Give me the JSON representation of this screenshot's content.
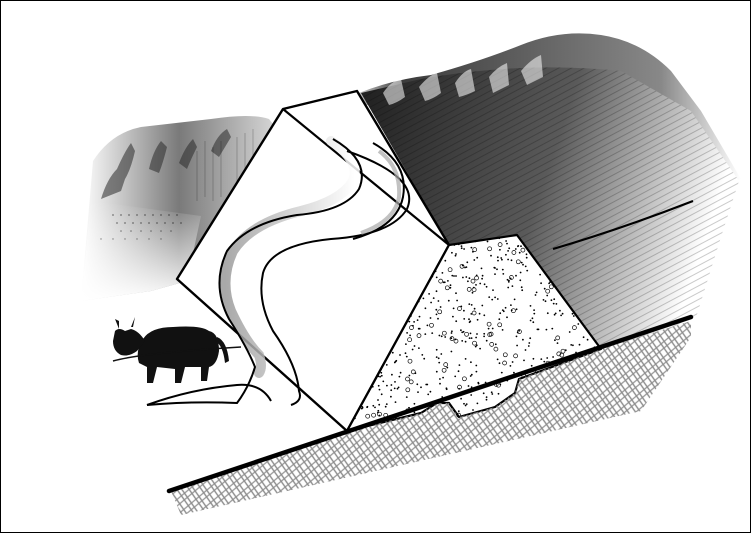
{
  "figure": {
    "frame_color": "#000000",
    "background_color": "#ffffff",
    "shading_dark": "#3a3a3a",
    "shading_light": "#ffffff",
    "ground_hatch_color": "#8c8c8c",
    "ink_color": "#000000"
  },
  "elements": {
    "animal": "cow-silhouette",
    "river": "meandering-channel",
    "sediment": "dotted-deposit",
    "ground": "hatched-bedrock"
  }
}
